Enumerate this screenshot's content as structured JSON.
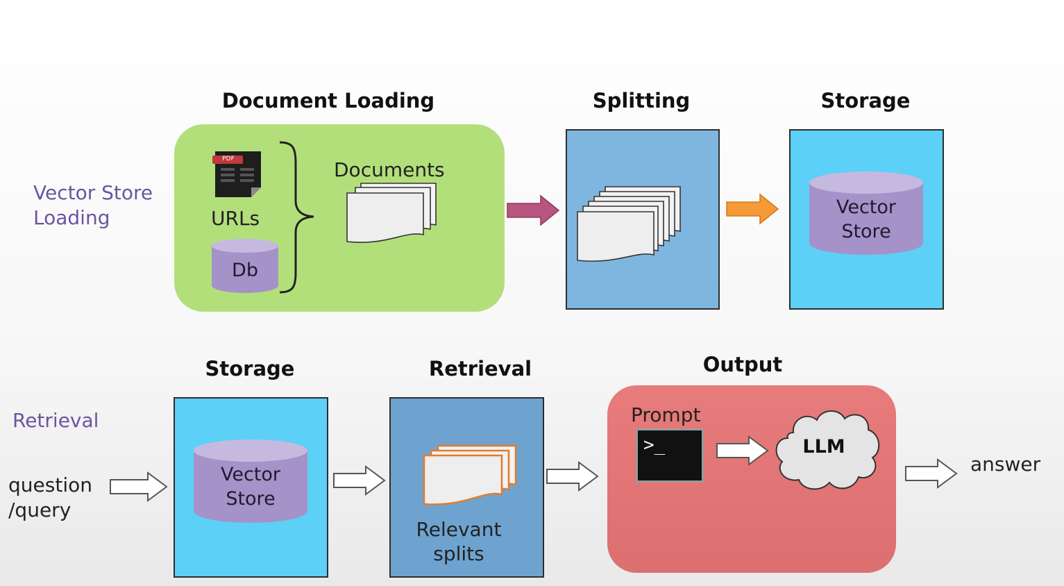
{
  "colors": {
    "green_panel": "#b3df7b",
    "split_box": "#7fb6e0",
    "storage_box": "#5cd0f6",
    "retrieval_box": "#6fa3cf",
    "output_panel": "#e57777",
    "db_purple": "#a592c9",
    "magenta_arrow": "#b8567f",
    "orange_arrow": "#f59a36",
    "label_purple": "#6a55a0"
  },
  "icons": {
    "pdf": "pdf-document-icon",
    "terminal": "terminal-prompt-icon",
    "cloud": "cloud-icon"
  },
  "top": {
    "side_label_line1": "Vector Store",
    "side_label_line2": "Loading",
    "heading_loading": "Document Loading",
    "heading_splitting": "Splitting",
    "heading_storage": "Storage",
    "pdf_badge": "PDF",
    "urls": "URLs",
    "db": "Db",
    "documents": "Documents",
    "vector_store_line1": "Vector",
    "vector_store_line2": "Store"
  },
  "bottom": {
    "side_label": "Retrieval",
    "question_line1": "question",
    "question_line2": "/query",
    "heading_storage": "Storage",
    "heading_retrieval": "Retrieval",
    "heading_output": "Output",
    "vector_store_line1": "Vector",
    "vector_store_line2": "Store",
    "relevant_line1": "Relevant",
    "relevant_line2": "splits",
    "prompt": "Prompt",
    "terminal_glyph": ">_",
    "llm": "LLM",
    "answer": "answer"
  }
}
